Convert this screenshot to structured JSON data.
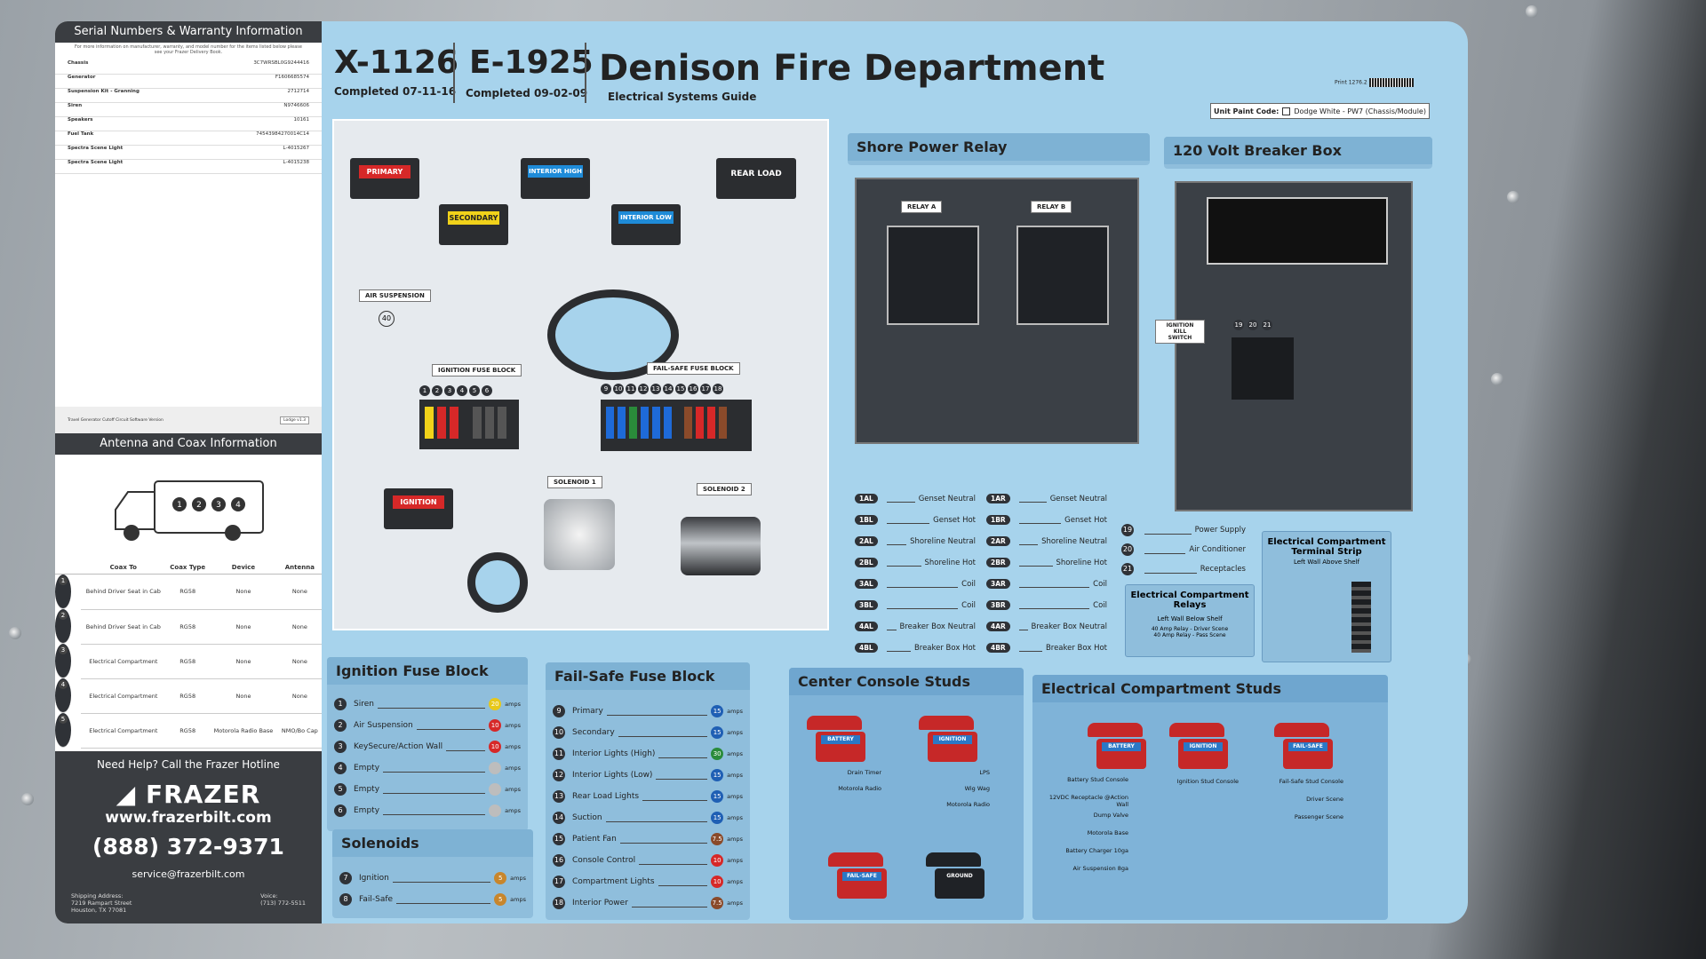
{
  "serial": {
    "header": "Serial Numbers & Warranty Information",
    "note": "For more information on manufacturer, warranty, and model number for the items listed below please see your Frazer Delivery Book.",
    "rows": [
      {
        "item": "Chassis",
        "value": "3C7WRSBL0G9244416"
      },
      {
        "item": "Generator",
        "value": "F1606685574"
      },
      {
        "item": "Suspension Kit - Granning",
        "value": "2712714"
      },
      {
        "item": "Siren",
        "value": "N9746606"
      },
      {
        "item": "Speakers",
        "value": "10161"
      },
      {
        "item": "Fuel Tank",
        "value": "74543984270014C14"
      },
      {
        "item": "Spectra Scene Light",
        "value": "L-4015267"
      },
      {
        "item": "Spectra Scene Light",
        "value": "L-4015238"
      }
    ],
    "software": "Travel Generator Cutoff Circuit Software Version",
    "software_value": "Lodge v1.3"
  },
  "antenna": {
    "header": "Antenna and Coax Information",
    "positions": [
      "1",
      "2",
      "3",
      "4"
    ],
    "columns": [
      "",
      "Coax To",
      "Coax Type",
      "Device",
      "Antenna"
    ],
    "rows": [
      [
        "1",
        "Behind Driver Seat in Cab",
        "RG58",
        "None",
        "None"
      ],
      [
        "2",
        "Behind Driver Seat in Cab",
        "RG58",
        "None",
        "None"
      ],
      [
        "3",
        "Electrical Compartment",
        "RG58",
        "None",
        "None"
      ],
      [
        "4",
        "Electrical Compartment",
        "RG58",
        "None",
        "None"
      ],
      [
        "5",
        "Electrical Compartment",
        "RG58",
        "Motorola Radio Base",
        "NMO/Bo Cap"
      ]
    ]
  },
  "help": {
    "title": "Need Help? Call the Frazer Hotline",
    "logo": "FRAZER",
    "web": "www.frazerbilt.com",
    "phone": "(888) 372-9371",
    "email": "service@frazerbilt.com",
    "addr_label": "Shipping Address:",
    "addr1": "7219 Rampart Street",
    "addr2": "Houston, TX 77081",
    "voice_label": "Voice:",
    "voice": "(713) 772-5511"
  },
  "header": {
    "unit1": "X-1126",
    "unit1_date": "Completed 07-11-16",
    "unit2": "E-1925",
    "unit2_date": "Completed 09-02-09",
    "dept": "Denison Fire Department",
    "guide": "Electrical Systems Guide",
    "print_label": "Print 1276.2",
    "paint_label": "Unit Paint Code:",
    "paint_value": "Dodge White - PW7 (Chassis/Module)"
  },
  "photo_labels": {
    "primary": "PRIMARY",
    "secondary": "SECONDARY",
    "interior_high": "INTERIOR HIGH",
    "interior_low": "INTERIOR LOW",
    "rear_load": "REAR LOAD",
    "air_suspension": "AIR SUSPENSION",
    "air_num": "40",
    "ignition_fuse": "IGNITION FUSE BLOCK",
    "failsafe_fuse": "FAIL-SAFE FUSE BLOCK",
    "ignition": "IGNITION",
    "solenoid1": "SOLENOID 1",
    "solenoid2": "SOLENOID 2",
    "ign_nums": [
      "1",
      "2",
      "3",
      "4",
      "5",
      "6"
    ],
    "fs_nums": [
      "9",
      "10",
      "11",
      "12",
      "13",
      "14",
      "15",
      "16",
      "17",
      "18"
    ]
  },
  "shore": {
    "title": "Shore Power Relay",
    "relay_a": "RELAY A",
    "relay_b": "RELAY B",
    "rows": [
      [
        "1AL",
        "Genset Neutral",
        "1AR",
        "Genset Neutral"
      ],
      [
        "1BL",
        "Genset Hot",
        "1BR",
        "Genset Hot"
      ],
      [
        "2AL",
        "Shoreline Neutral",
        "2AR",
        "Shoreline Neutral"
      ],
      [
        "2BL",
        "Shoreline Hot",
        "2BR",
        "Shoreline Hot"
      ],
      [
        "3AL",
        "Coil",
        "3AR",
        "Coil"
      ],
      [
        "3BL",
        "Coil",
        "3BR",
        "Coil"
      ],
      [
        "4AL",
        "Breaker Box Neutral",
        "4AR",
        "Breaker Box Neutral"
      ],
      [
        "4BL",
        "Breaker Box Hot",
        "4BR",
        "Breaker Box Hot"
      ]
    ]
  },
  "breaker": {
    "title": "120 Volt Breaker Box",
    "kill": "IGNITION KILL SWITCH",
    "nums": [
      "19",
      "20",
      "21"
    ],
    "rows": [
      [
        "19",
        "Power Supply"
      ],
      [
        "20",
        "Air Conditioner"
      ],
      [
        "21",
        "Receptacles"
      ]
    ],
    "relays_title": "Electrical Compartment Relays",
    "relays_sub": "Left Wall Below Shelf",
    "relays_note1": "40 Amp Relay - Driver Scene",
    "relays_note2": "40 Amp Relay - Pass Scene",
    "terminal_title": "Electrical Compartment Terminal Strip",
    "terminal_sub": "Left Wall Above Shelf"
  },
  "ignition_block": {
    "title": "Ignition Fuse Block",
    "rows": [
      {
        "n": "1",
        "label": "Siren",
        "amp": "20",
        "color": "#e7c81a"
      },
      {
        "n": "2",
        "label": "Air Suspension",
        "amp": "10",
        "color": "#d62828"
      },
      {
        "n": "3",
        "label": "KeySecure/Action Wall",
        "amp": "10",
        "color": "#d62828"
      },
      {
        "n": "4",
        "label": "Empty",
        "amp": "",
        "color": "#bdbdbd"
      },
      {
        "n": "5",
        "label": "Empty",
        "amp": "",
        "color": "#bdbdbd"
      },
      {
        "n": "6",
        "label": "Empty",
        "amp": "",
        "color": "#bdbdbd"
      }
    ],
    "amps": "amps"
  },
  "solenoids": {
    "title": "Solenoids",
    "rows": [
      {
        "n": "7",
        "label": "Ignition",
        "amp": "5",
        "color": "#c8862c"
      },
      {
        "n": "8",
        "label": "Fail-Safe",
        "amp": "5",
        "color": "#c8862c"
      }
    ]
  },
  "failsafe_block": {
    "title": "Fail-Safe Fuse Block",
    "rows": [
      {
        "n": "9",
        "label": "Primary",
        "amp": "15",
        "color": "#1f5fb4"
      },
      {
        "n": "10",
        "label": "Secondary",
        "amp": "15",
        "color": "#1f5fb4"
      },
      {
        "n": "11",
        "label": "Interior Lights (High)",
        "amp": "30",
        "color": "#2a8b3a"
      },
      {
        "n": "12",
        "label": "Interior Lights (Low)",
        "amp": "15",
        "color": "#1f5fb4"
      },
      {
        "n": "13",
        "label": "Rear Load Lights",
        "amp": "15",
        "color": "#1f5fb4"
      },
      {
        "n": "14",
        "label": "Suction",
        "amp": "15",
        "color": "#1f5fb4"
      },
      {
        "n": "15",
        "label": "Patient Fan",
        "amp": "7.5",
        "color": "#8a4a2a"
      },
      {
        "n": "16",
        "label": "Console Control",
        "amp": "10",
        "color": "#d62828"
      },
      {
        "n": "17",
        "label": "Compartment Lights",
        "amp": "10",
        "color": "#d62828"
      },
      {
        "n": "18",
        "label": "Interior Power",
        "amp": "7.5",
        "color": "#8a4a2a"
      }
    ]
  },
  "center_console": {
    "title": "Center Console Studs",
    "studs": [
      "BATTERY",
      "IGNITION",
      "FAIL-SAFE",
      "GROUND"
    ],
    "battery_items": [
      "Drain Timer",
      "Motorola Radio"
    ],
    "ignition_items": [
      "LPS",
      "Wig Wag",
      "Motorola Radio"
    ]
  },
  "elec_comp": {
    "title": "Electrical Compartment Studs",
    "studs": [
      "BATTERY",
      "IGNITION",
      "FAIL-SAFE"
    ],
    "battery_items": [
      "Battery Stud Console",
      "12VDC Receptacle @Action Wall",
      "Dump Valve",
      "Motorola Base",
      "Battery Charger 10ga",
      "Air Suspension 8ga"
    ],
    "ignition_items": [
      "Ignition Stud Console"
    ],
    "failsafe_items": [
      "Fail-Safe Stud Console",
      "Driver Scene",
      "Passenger Scene"
    ]
  }
}
